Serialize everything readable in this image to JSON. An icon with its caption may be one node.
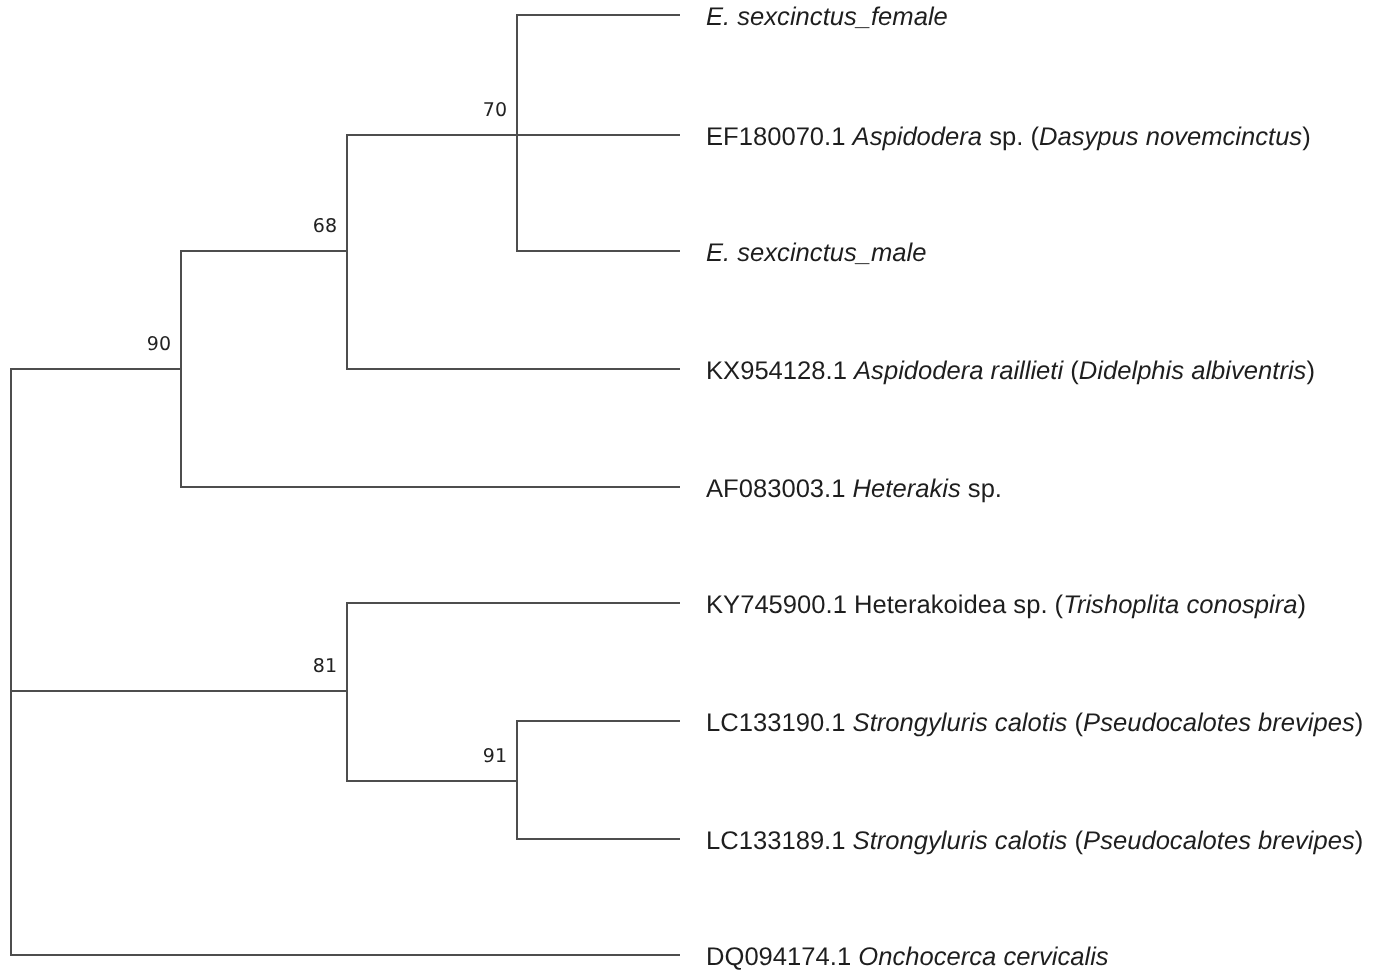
{
  "diagram": {
    "nodes": [
      {
        "text": [
          "E. sexcinctus_female"
        ]
      },
      {
        "text": [
          "70"
        ]
      },
      {
        "text": [
          "EF180070.1 *Aspidodera* sp. (*Dasypus novemcinctus*)"
        ]
      },
      {
        "text": [
          "68"
        ]
      },
      {
        "text": [
          "E. sexcinctus_male"
        ]
      },
      {
        "text": [
          "90"
        ]
      },
      {
        "text": [
          "KX954128.1 *Aspidodera raillieti* (*Didelphis albiventris*)"
        ]
      },
      {
        "text": [
          "AF083003.1 *Heterakis* sp."
        ]
      },
      {
        "text": [
          "KY745900.1 Heterakoidea sp. (*Trishoplita conospira*)"
        ]
      },
      {
        "text": [
          "81"
        ]
      },
      {
        "text": [
          "LC133190.1 *Strongyluris calotis* (*Pseudocalotes brevipes*)"
        ]
      },
      {
        "text": [
          "91"
        ]
      },
      {
        "text": [
          "LC133189.1 *Strongyluris calotis* (*Pseudocalotes brevipes*)"
        ]
      },
      {
        "text": [
          "DQ094174.1 *Onchocerca cervicalis*"
        ]
      }
    ],
    "edges": [
      {
        "from": null,
        "to": 5,
        "arrow": "none"
      },
      {
        "from": null,
        "to": 9,
        "arrow": "none"
      },
      {
        "from": null,
        "to": 13,
        "arrow": "none"
      },
      {
        "from": 5,
        "to": 3,
        "arrow": "none"
      },
      {
        "from": 5,
        "to": 7,
        "arrow": "none"
      },
      {
        "from": 3,
        "to": 1,
        "arrow": "none"
      },
      {
        "from": 3,
        "to": 6,
        "arrow": "none"
      },
      {
        "from": 1,
        "to": 0,
        "arrow": "none"
      },
      {
        "from": 1,
        "to": 2,
        "arrow": "none"
      },
      {
        "from": 1,
        "to": 4,
        "arrow": "none"
      },
      {
        "from": 9,
        "to": 8,
        "arrow": "none"
      },
      {
        "from": 9,
        "to": 11,
        "arrow": "none"
      },
      {
        "from": 11,
        "to": 10,
        "arrow": "none"
      },
      {
        "from": 11,
        "to": 12,
        "arrow": "none"
      }
    ]
  }
}
